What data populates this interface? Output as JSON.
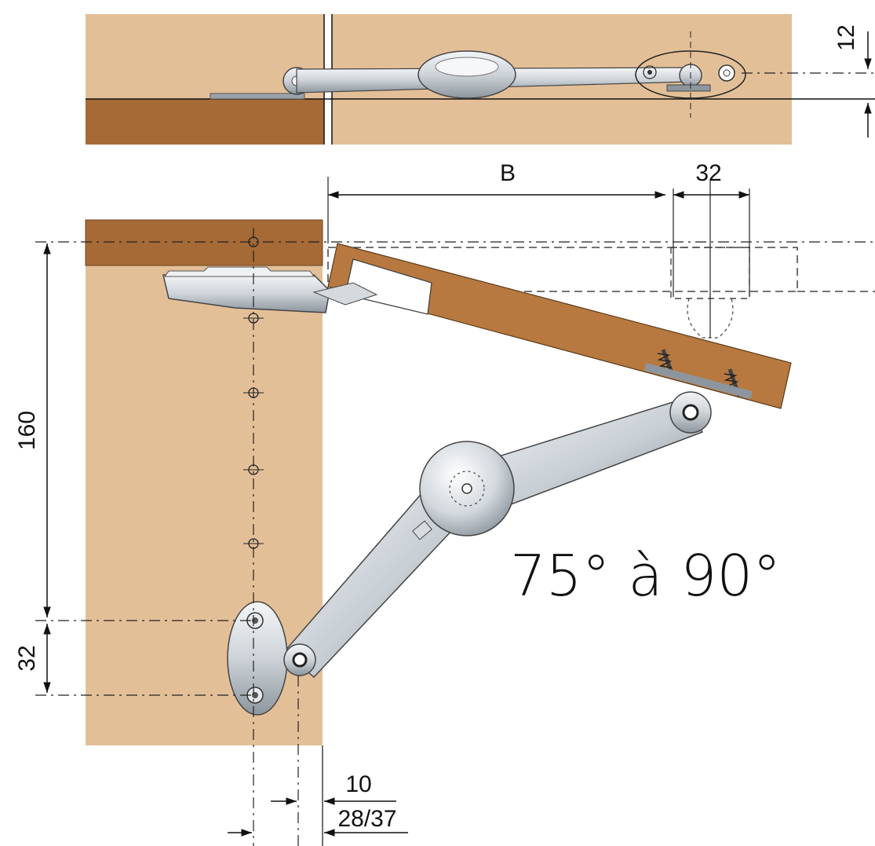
{
  "dimensions": {
    "top_height": "12",
    "distance_b": "B",
    "hole_spacing_top": "32",
    "vertical_160": "160",
    "vertical_32": "32",
    "offset_10": "10",
    "offset_28_37": "28/37"
  },
  "opening_angle": "75° à 90°",
  "colors": {
    "panel_light": "#e3bf98",
    "panel_dark": "#a66a36",
    "panel_dark_face": "#b7793f",
    "metal_light": "#e9edf0",
    "metal_mid": "#c2c9cf",
    "metal_dark": "#8b949c",
    "line": "#111111"
  },
  "icons": [
    "hinge-icon",
    "lid-stay-arm-icon",
    "screw-icon",
    "adjustment-dial-icon"
  ]
}
